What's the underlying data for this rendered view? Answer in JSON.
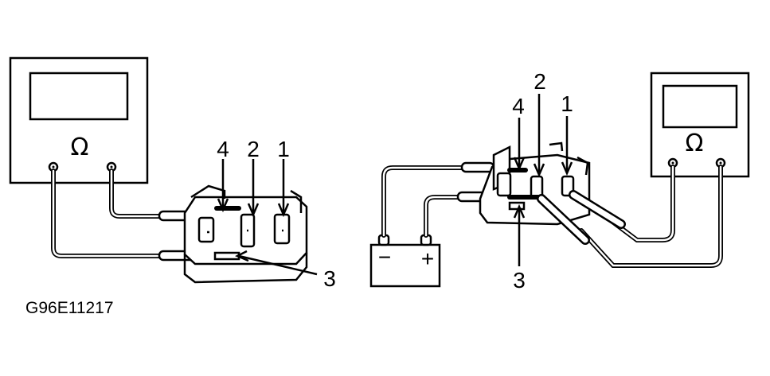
{
  "figure_code": "G96E11217",
  "left_diagram": {
    "meter_symbol": "Ω",
    "terminal_labels": {
      "t4": "4",
      "t2": "2",
      "t1": "1",
      "t3": "3"
    }
  },
  "right_diagram": {
    "meter_symbol": "Ω",
    "terminal_labels": {
      "t4": "4",
      "t2": "2",
      "t1": "1",
      "t3": "3"
    },
    "battery": {
      "negative": "−",
      "positive": "+"
    }
  }
}
